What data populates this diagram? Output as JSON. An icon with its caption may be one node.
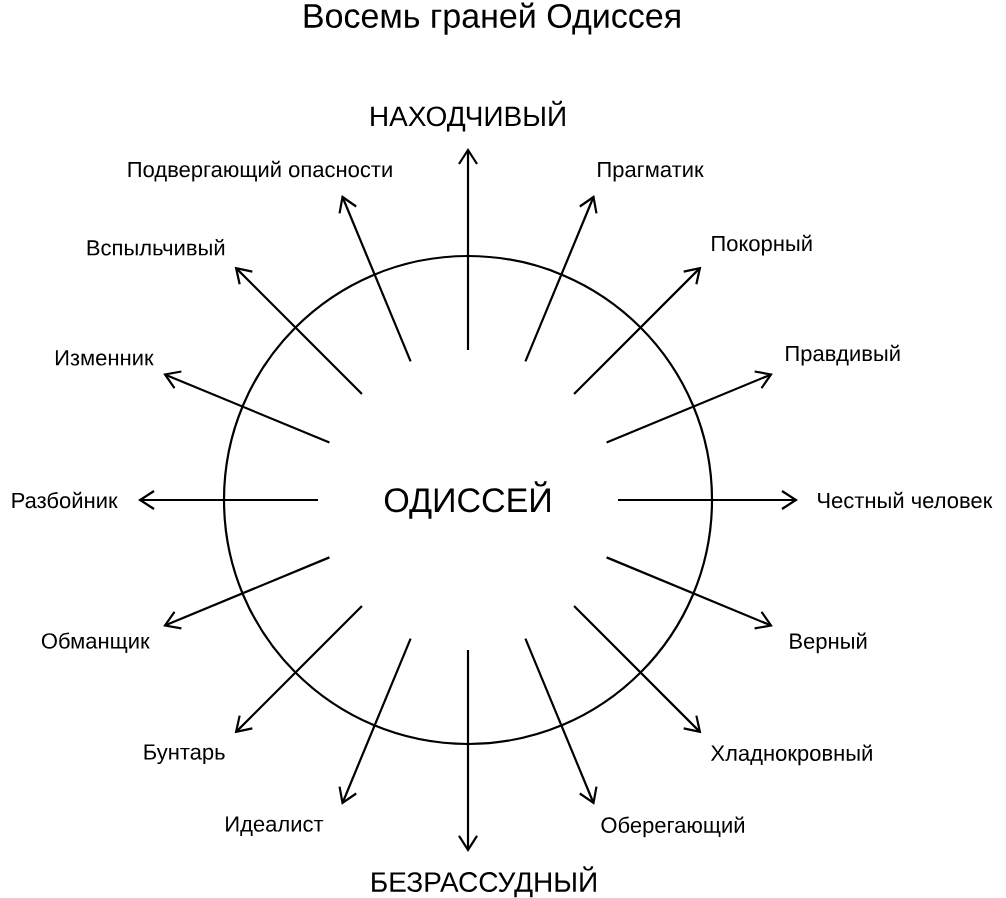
{
  "diagram": {
    "title": "Восемь граней Одиссея",
    "nodes": [
      {
        "text": [
          "НАХОДЧИВЫЙ"
        ]
      },
      {
        "text": [
          "Подвергающий опасности"
        ]
      },
      {
        "text": [
          "Прагматик"
        ]
      },
      {
        "text": [
          "Вспыльчивый"
        ]
      },
      {
        "text": [
          "Покорный"
        ]
      },
      {
        "text": [
          "Изменник"
        ]
      },
      {
        "text": [
          "Правдивый"
        ]
      },
      {
        "text": [
          "Разбойник"
        ]
      },
      {
        "text": [
          "ОДИССЕЙ"
        ]
      },
      {
        "text": [
          "Честный человек"
        ]
      },
      {
        "text": [
          "Обманщик"
        ]
      },
      {
        "text": [
          "Верный"
        ]
      },
      {
        "text": [
          "Бунтарь"
        ]
      },
      {
        "text": [
          "Хладнокровный"
        ]
      },
      {
        "text": [
          "Идеалист"
        ]
      },
      {
        "text": [
          "Оберегающий"
        ]
      },
      {
        "text": [
          "БЕЗРАССУДНЫЙ"
        ]
      }
    ],
    "edges": [
      {
        "from": 8,
        "to": 0,
        "arrow": "to"
      },
      {
        "from": 8,
        "to": 1,
        "arrow": "to"
      },
      {
        "from": 8,
        "to": 2,
        "arrow": "to"
      },
      {
        "from": 8,
        "to": 3,
        "arrow": "to"
      },
      {
        "from": 8,
        "to": 4,
        "arrow": "to"
      },
      {
        "from": 8,
        "to": 5,
        "arrow": "to"
      },
      {
        "from": 8,
        "to": 6,
        "arrow": "to"
      },
      {
        "from": 8,
        "to": 7,
        "arrow": "to"
      },
      {
        "from": 8,
        "to": 9,
        "arrow": "to"
      },
      {
        "from": 8,
        "to": 10,
        "arrow": "to"
      },
      {
        "from": 8,
        "to": 11,
        "arrow": "to"
      },
      {
        "from": 8,
        "to": 12,
        "arrow": "to"
      },
      {
        "from": 8,
        "to": 13,
        "arrow": "to"
      },
      {
        "from": 8,
        "to": 14,
        "arrow": "to"
      },
      {
        "from": 8,
        "to": 15,
        "arrow": "to"
      },
      {
        "from": 8,
        "to": 16,
        "arrow": "to"
      }
    ]
  }
}
